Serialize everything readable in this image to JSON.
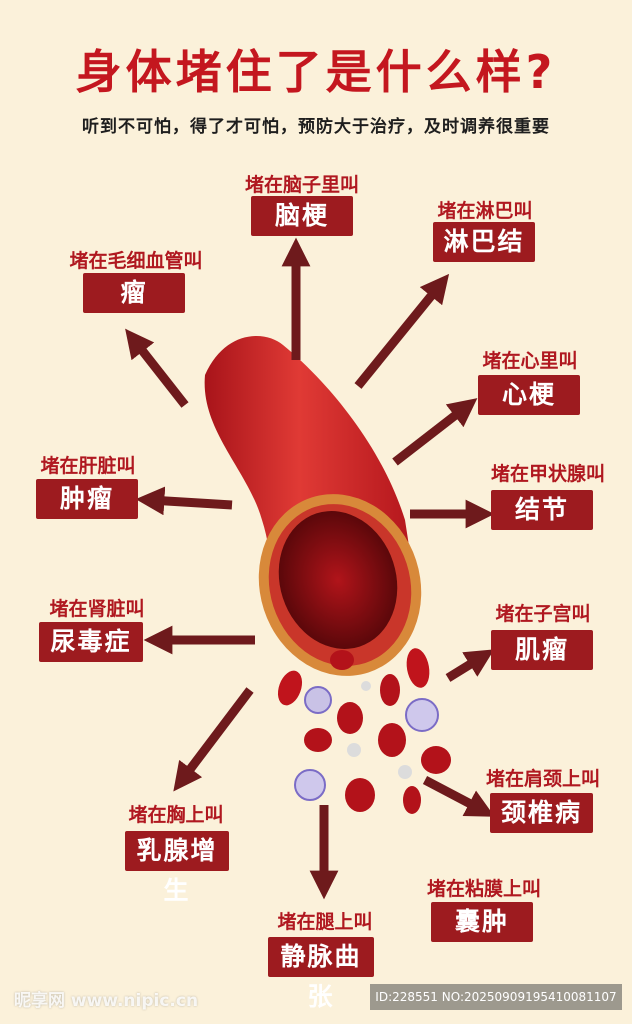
{
  "title": "身体堵住了是什么样?",
  "subtitle": "听到不可怕，得了才可怕，预防大于治疗，及时调养很重要",
  "items": [
    {
      "label": "堵在脑子里叫",
      "name": "脑梗"
    },
    {
      "label": "堵在淋巴叫",
      "name": "淋巴结"
    },
    {
      "label": "堵在毛细血管叫",
      "name": "瘤"
    },
    {
      "label": "堵在心里叫",
      "name": "心梗"
    },
    {
      "label": "堵在肝脏叫",
      "name": "肿瘤"
    },
    {
      "label": "堵在甲状腺叫",
      "name": "结节"
    },
    {
      "label": "堵在肾脏叫",
      "name": "尿毒症"
    },
    {
      "label": "堵在子宫叫",
      "name": "肌瘤"
    },
    {
      "label": "堵在肩颈上叫",
      "name": "颈椎病"
    },
    {
      "label": "堵在胸上叫",
      "name": "乳腺增生"
    },
    {
      "label": "堵在粘膜上叫",
      "name": "囊肿"
    },
    {
      "label": "堵在腿上叫",
      "name": "静脉曲张"
    }
  ],
  "watermark": {
    "left": "昵享网 www.nipic.cn",
    "right": "ID:228551 NO:20250909195410081107"
  },
  "colors": {
    "background": "#fbf1da",
    "accent": "#c4171f",
    "box": "#9d1b1f",
    "arrow": "#6e1a1c"
  }
}
